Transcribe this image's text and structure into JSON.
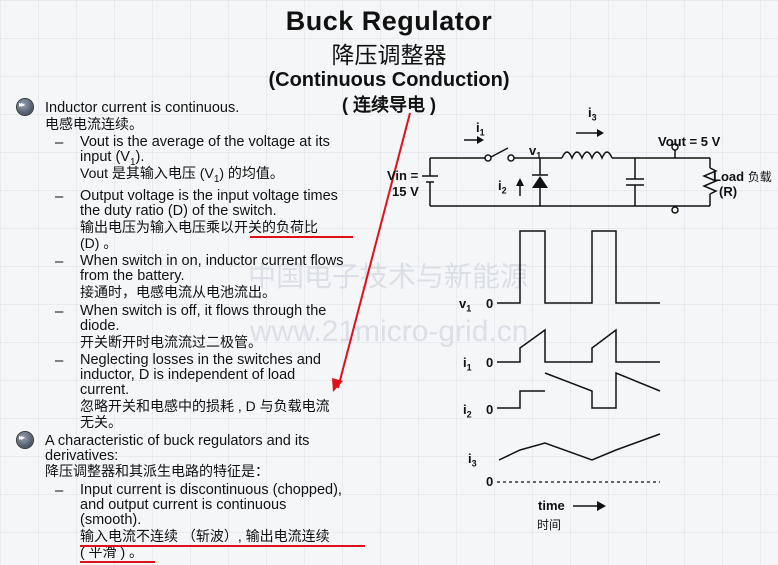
{
  "header": {
    "title_en": "Buck Regulator",
    "title_cn": "降压调整器",
    "subtitle_en": "(Continuous Conduction)",
    "subtitle_cn": "( 连续导电 )"
  },
  "bullets": [
    {
      "text": "Inductor current is continuous.",
      "cn": "电感电流连续。",
      "subs": [
        {
          "l1": "Vout is the average of the voltage at its",
          "l2": "input (V",
          "l2sub": "1",
          "l2end": ").",
          "cn": "Vout  是其输入电压   (V",
          "cnsub": "1",
          "cnend": ") 的均值。"
        },
        {
          "l1": "Output voltage is the input voltage times",
          "l2": "the duty ratio (D) of the switch.",
          "cn": "输出电压为输入电压乘以开关的负荷比",
          "cn2": "(D) 。"
        },
        {
          "l1": "When switch in on, inductor current flows",
          "l2": "from the battery.",
          "cn": "接通时，电感电流从电池流出。"
        },
        {
          "l1": "When switch is off, it flows through the",
          "l2": "diode.",
          "cn": "开关断开时电流流过二极管。"
        },
        {
          "l1": "Neglecting losses in the switches and",
          "l2": "inductor, D is independent of load",
          "l3": "current.",
          "cn": "忽略开关和电感中的损耗 , D 与负载电流",
          "cn2": "无关。"
        }
      ]
    },
    {
      "text": "A characteristic of buck regulators and its",
      "text2": "derivatives:",
      "cn": "降压调整器和其派生电路的特征是：",
      "subs": [
        {
          "l1": "Input current is discontinuous (chopped),",
          "l2": "and output current is continuous",
          "l3": "(smooth).",
          "cn": "输入电流不连续 （斩波）, 输出电流连续",
          "cn2": "( 平滑 ) 。"
        }
      ]
    }
  ],
  "circuit": {
    "i1": "i",
    "i1_sub": "1",
    "i2": "i",
    "i2_sub": "2",
    "i3": "i",
    "i3_sub": "3",
    "v1": "v",
    "v1_sub": "1",
    "vin": "Vin =",
    "vin_val": "15 V",
    "vout": "Vout  = 5 V",
    "load": "Load",
    "load_cn": "负载",
    "load_r": "(R)"
  },
  "waveforms": {
    "v1": "v",
    "v1_sub": "1",
    "i1": "i",
    "i1_sub": "1",
    "i2": "i",
    "i2_sub": "2",
    "i3": "i",
    "i3_sub": "3",
    "zero": "0",
    "time": "time",
    "time_cn": "时间"
  },
  "watermark": {
    "cn": "中国电子技术与新能源",
    "url": "www.21micro-grid.cn"
  },
  "colors": {
    "annotation": "#e0101a"
  }
}
